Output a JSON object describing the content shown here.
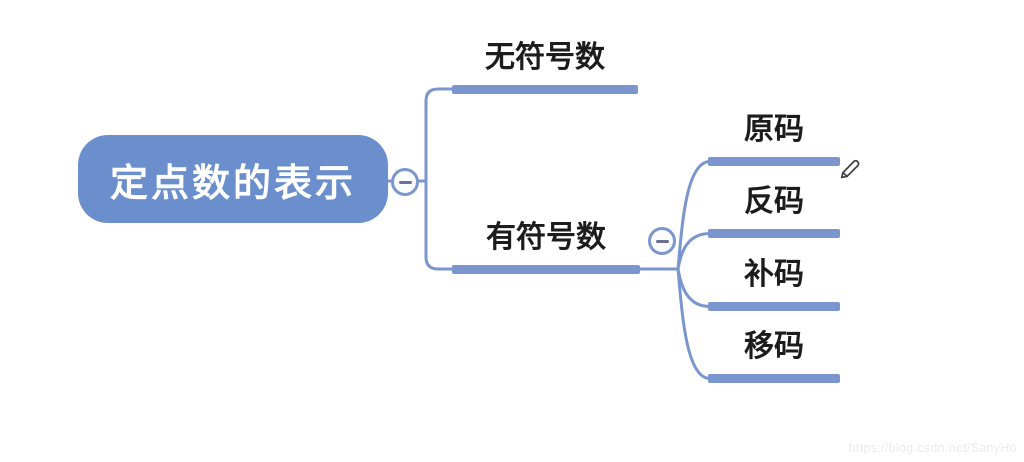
{
  "root": {
    "label": "定点数的表示"
  },
  "branches": [
    {
      "label": "无符号数",
      "children": []
    },
    {
      "label": "有符号数",
      "children": [
        {
          "label": "原码"
        },
        {
          "label": "反码"
        },
        {
          "label": "补码"
        },
        {
          "label": "移码"
        }
      ]
    }
  ],
  "icons": {
    "root_collapse": "minus-icon",
    "signed_collapse": "minus-icon",
    "edit_cursor": "pencil-icon"
  },
  "watermark": {
    "text": "https://blog.csdn.net/SanyHo"
  },
  "colors": {
    "root_fill": "#6b8ecd",
    "root_text": "#ffffff",
    "branch_line": "#7b96ce",
    "label_text": "#1c1c1c",
    "minus_sign": "#6e6e9a",
    "watermark_text": "#ebebeb",
    "background": "#ffffff"
  }
}
